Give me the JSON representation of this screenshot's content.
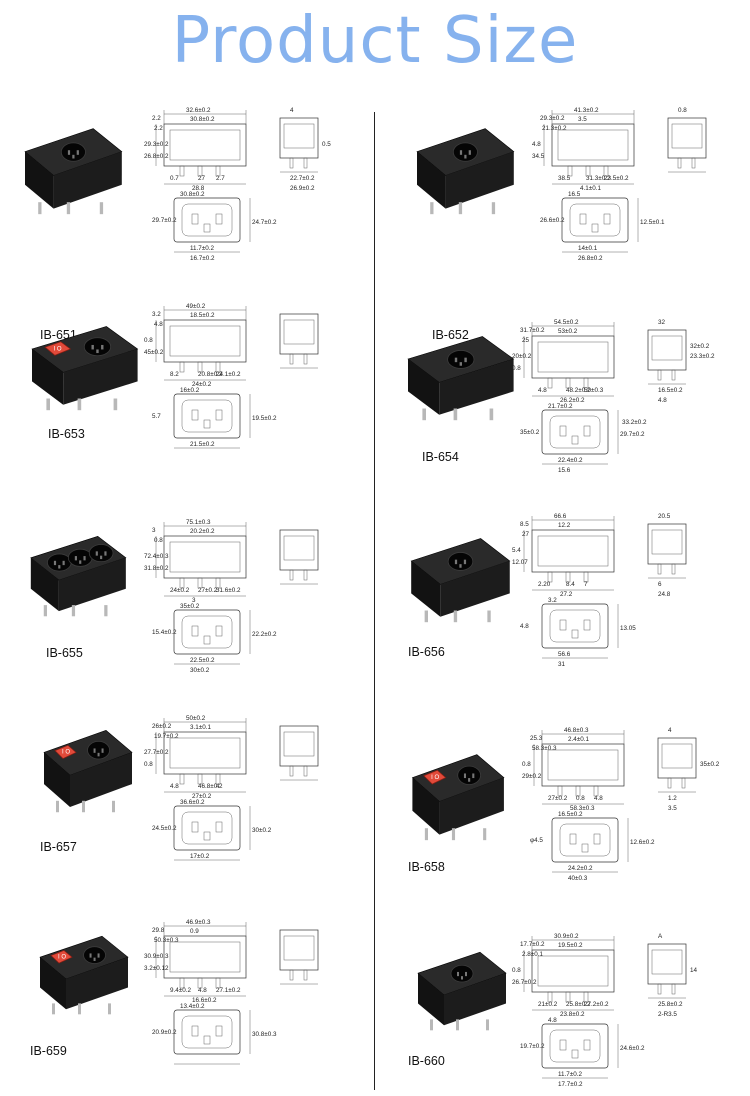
{
  "header": {
    "title": "Product Size"
  },
  "colors": {
    "title": "#86b2ee",
    "body": "#1b1b1b",
    "switch": "#e14a3a",
    "line": "#333333"
  },
  "products": [
    {
      "model": "IB-651",
      "switch": false,
      "dims": [
        "32.6±0.2",
        "30.8±0.2",
        "2.2",
        "2.2",
        "29.3±0.2",
        "26.8±0.2",
        "0.7",
        "27",
        "2.7",
        "28.8",
        "30.8±0.2",
        "29.7±0.2",
        "24.7±0.2",
        "11.7±0.2",
        "16.7±0.2",
        "4",
        "22.7±0.2",
        "26.9±0.2",
        "0.5"
      ]
    },
    {
      "model": "IB-652",
      "switch": false,
      "dims": [
        "41.3±0.2",
        "3.5",
        "29.3±0.2",
        "21.3±0.2",
        "4.8",
        "34.5",
        "38.5",
        "31.3±0.2",
        "23.5±0.2",
        "4.1±0.1",
        "16.5",
        "26.6±0.2",
        "12.5±0.1",
        "14±0.1",
        "26.8±0.2",
        "0.8"
      ]
    },
    {
      "model": "IB-653",
      "switch": true,
      "dims": [
        "49±0.2",
        "18.5±0.2",
        "3.2",
        "4.8",
        "0.8",
        "45±0.2",
        "8.2",
        "20.8±0.2",
        "24.1±0.2",
        "24±0.2",
        "16±0.2",
        "5.7",
        "19.5±0.2",
        "21.5±0.2"
      ]
    },
    {
      "model": "IB-654",
      "switch": false,
      "dims": [
        "54.5±0.2",
        "53±0.2",
        "31.7±0.2",
        "25",
        "20±0.2",
        "0.8",
        "4.8",
        "48.2±0.2",
        "50±0.3",
        "26.2±0.2",
        "21.7±0.2",
        "35±0.2",
        "29.7±0.2",
        "22.4±0.2",
        "15.6",
        "32",
        "16.5±0.2",
        "4.8",
        "23.3±0.2",
        "32±0.2",
        "33.2±0.2"
      ]
    },
    {
      "model": "IB-655",
      "switch": false,
      "dims": [
        "75.1±0.3",
        "20.2±0.2",
        "3",
        "0.8",
        "72.4±0.3",
        "31.8±0.2",
        "24±0.2",
        "27±0.2",
        "31.6±0.2",
        "3",
        "35±0.2",
        "15.4±0.2",
        "22.2±0.2",
        "22.5±0.2",
        "30±0.2"
      ]
    },
    {
      "model": "IB-656",
      "switch": false,
      "dims": [
        "66.6",
        "12.2",
        "8.5",
        "27",
        "5.4",
        "12.07",
        "2.20",
        "8.4",
        "7",
        "27.2",
        "3.2",
        "4.8",
        "13.05",
        "56.6",
        "31",
        "20.5",
        "6",
        "24.8"
      ]
    },
    {
      "model": "IB-657",
      "switch": true,
      "dims": [
        "50±0.2",
        "3.1±0.1",
        "26±0.2",
        "19.7±0.2",
        "27.7±0.2",
        "0.8",
        "4.8",
        "46.8±0.2",
        "4",
        "27±0.2",
        "36.6±0.2",
        "24.5±0.2",
        "30±0.2",
        "17±0.2"
      ]
    },
    {
      "model": "IB-658",
      "switch": true,
      "dims": [
        "46.8±0.3",
        "2.4±0.1",
        "25.3",
        "58.3±0.3",
        "0.8",
        "29±0.2",
        "27±0.2",
        "0.8",
        "4.8",
        "58.3±0.3",
        "16.5±0.2",
        "φ4.5",
        "12.6±0.2",
        "24.2±0.2",
        "40±0.3",
        "4",
        "1.2",
        "3.5",
        "35±0.2"
      ]
    },
    {
      "model": "IB-659",
      "switch": true,
      "dims": [
        "46.9±0.3",
        "0.9",
        "29.8",
        "50.3±0.3",
        "30.9±0.3",
        "3.2±0.12",
        "9.4±0.2",
        "4.8",
        "27.1±0.2",
        "16.6±0.2",
        "13.4±0.2",
        "20.9±0.2",
        "30.8±0.3"
      ]
    },
    {
      "model": "IB-660",
      "switch": false,
      "dims": [
        "30.9±0.2",
        "19.5±0.2",
        "17.7±0.2",
        "2.8±0.1",
        "0.8",
        "26.7±0.2",
        "21±0.2",
        "25.8±0.2",
        "27.2±0.2",
        "23.8±0.2",
        "4.8",
        "19.7±0.2",
        "24.6±0.2",
        "11.7±0.2",
        "17.7±0.2",
        "A",
        "25.8±0.2",
        "2-R3.5",
        "14"
      ]
    }
  ]
}
